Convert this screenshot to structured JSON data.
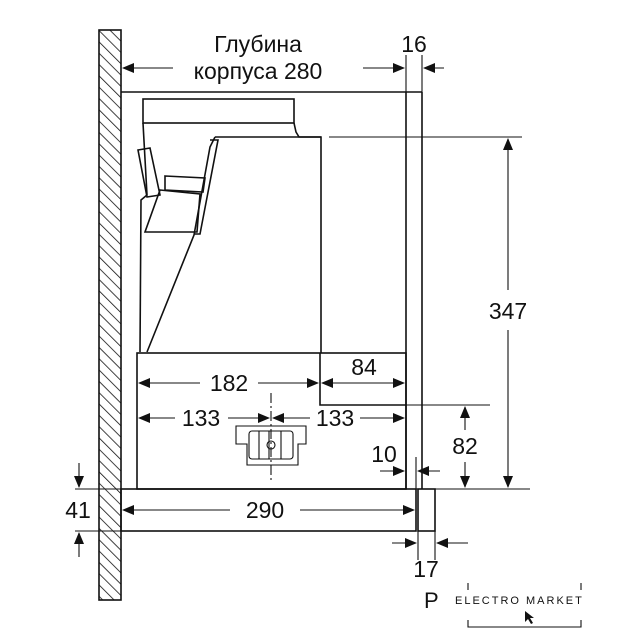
{
  "labels": {
    "depth_title_line1": "Глубина",
    "depth_title_line2": "корпуса 280",
    "dim_16": "16",
    "dim_347": "347",
    "dim_182": "182",
    "dim_84": "84",
    "dim_133_left": "133",
    "dim_133_right": "133",
    "dim_82": "82",
    "dim_10": "10",
    "dim_41": "41",
    "dim_290": "290",
    "dim_17": "17"
  },
  "watermark": {
    "letter": "P",
    "brand": "ELECTRO MARKET"
  }
}
